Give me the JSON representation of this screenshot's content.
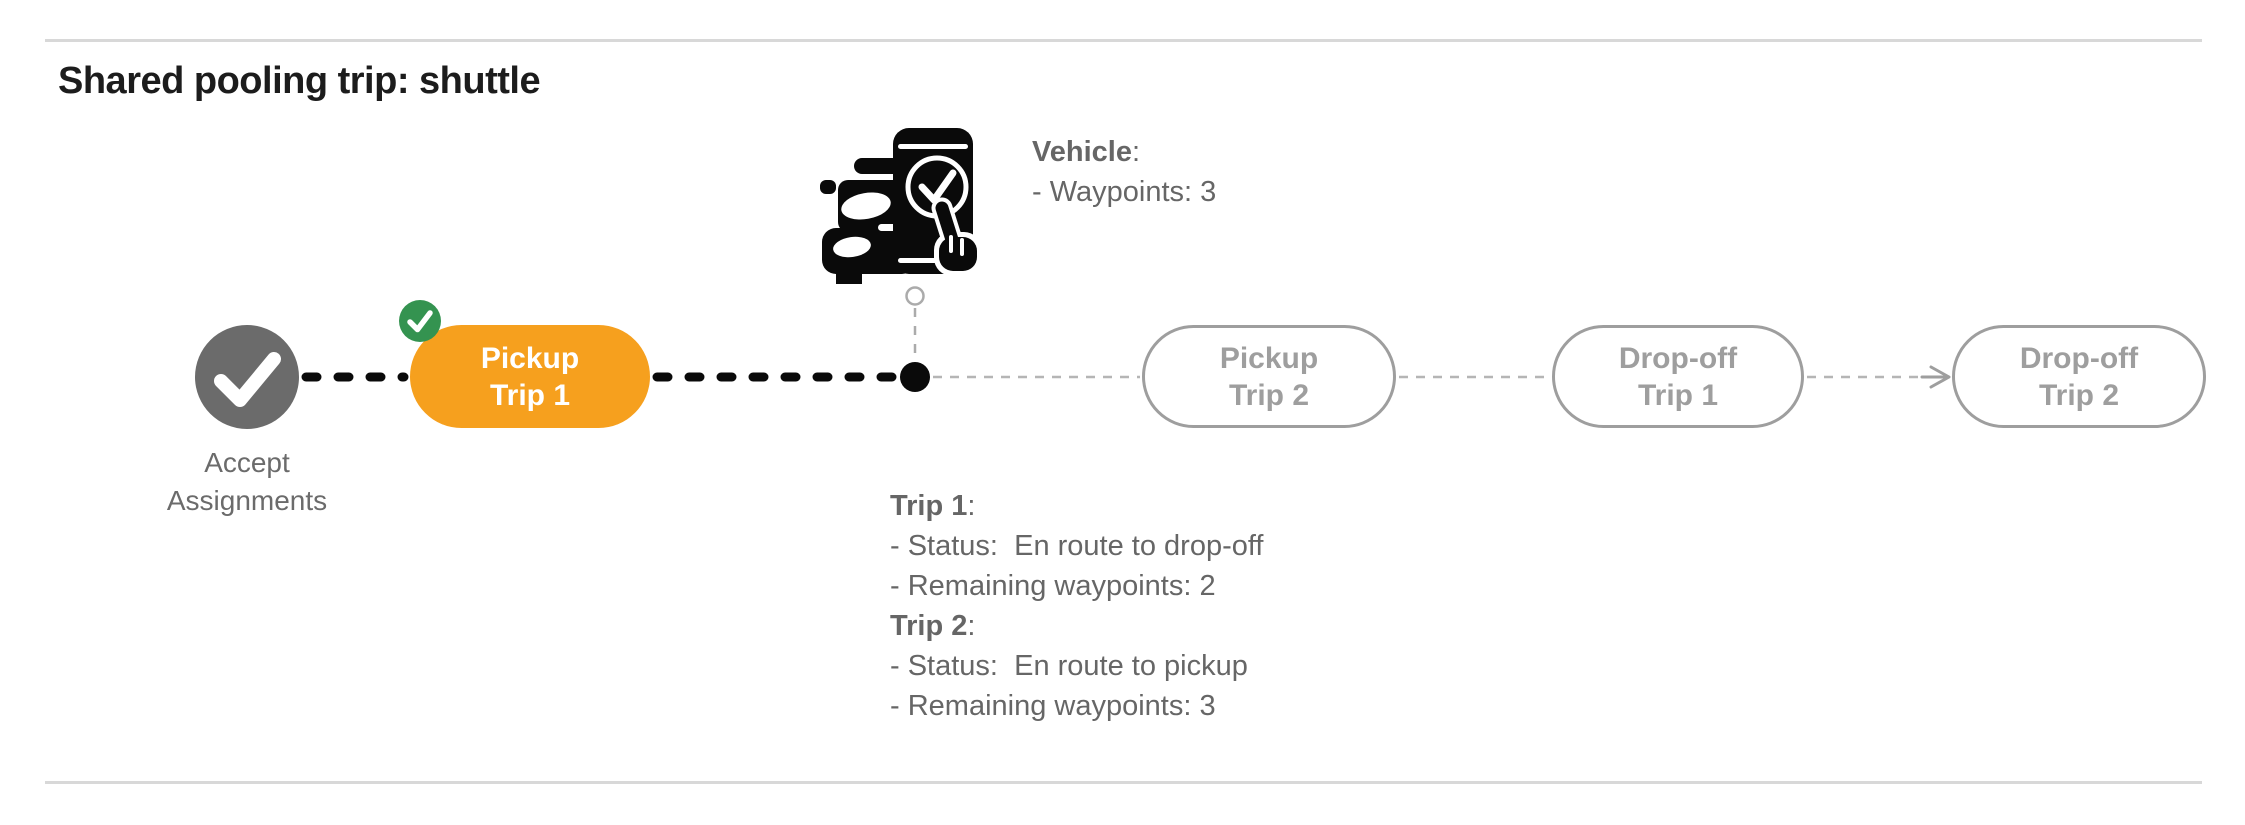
{
  "title": "Shared pooling trip: shuttle",
  "colors": {
    "accent-orange": "#F6A01E",
    "accent-green": "#349350",
    "node-gray": "#6B6B6B",
    "label-gray": "#6B6B6B",
    "text-gray": "#666666",
    "outline-gray": "#9E9E9E",
    "connector-gray": "#B5B5B5",
    "route-black": "#0A0A0A",
    "rule-gray": "#D8D8D8"
  },
  "accept_node": {
    "label_line1": "Accept",
    "label_line2": "Assignments"
  },
  "current_waypoint": {
    "line1": "Pickup",
    "line2": "Trip 1"
  },
  "future_waypoints": [
    {
      "line1": "Pickup",
      "line2": "Trip 2"
    },
    {
      "line1": "Drop-off",
      "line2": "Trip 1"
    },
    {
      "line1": "Drop-off",
      "line2": "Trip 2"
    }
  ],
  "vehicle_info": {
    "heading": "Vehicle",
    "colon": ":",
    "lines": [
      "- Waypoints: 3"
    ]
  },
  "trips": [
    {
      "heading": "Trip 1",
      "colon": ":",
      "status_line": "- Status:  En route to drop-off",
      "waypoints_line": "- Remaining waypoints: 2"
    },
    {
      "heading": "Trip 2",
      "colon": ":",
      "status_line": "- Status:  En route to pickup",
      "waypoints_line": "- Remaining waypoints: 3"
    }
  ]
}
